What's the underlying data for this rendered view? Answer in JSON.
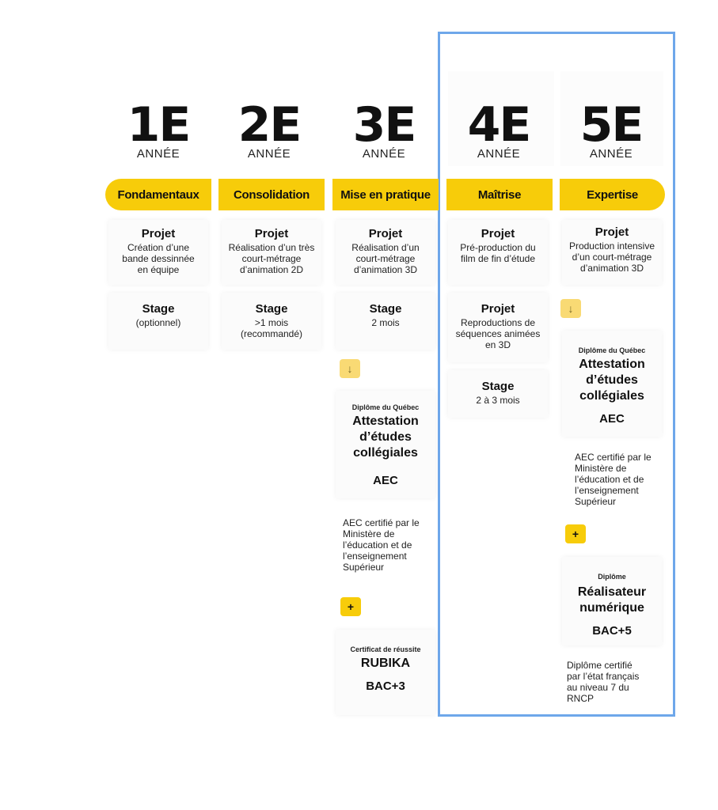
{
  "highlight_color": "#6ea7ea",
  "accent_color": "#f7cc0a",
  "years": [
    {
      "number": "1E",
      "word": "ANNÉE",
      "stage": "Fondamentaux"
    },
    {
      "number": "2E",
      "word": "ANNÉE",
      "stage": "Consolidation"
    },
    {
      "number": "3E",
      "word": "ANNÉE",
      "stage": "Mise en pratique"
    },
    {
      "number": "4E",
      "word": "ANNÉE",
      "stage": "Maîtrise"
    },
    {
      "number": "5E",
      "word": "ANNÉE",
      "stage": "Expertise"
    }
  ],
  "col1": {
    "project_title": "Projet",
    "project_text": "Création d’une bande dessinnée en équipe",
    "stage_title": "Stage",
    "stage_text": "(optionnel)"
  },
  "col2": {
    "project_title": "Projet",
    "project_text": "Réalisation d’un très court-métrage d’animation 2D",
    "stage_title": "Stage",
    "stage_text": ">1 mois (recommandé)"
  },
  "col3": {
    "project_title": "Projet",
    "project_text": "Réalisation d’un court-métrage d’animation 3D",
    "stage_title": "Stage",
    "stage_text": "2 mois",
    "arrow_icon": "arrow-down-icon",
    "aec_label": "Diplôme du Québec",
    "aec_title": "Attestation d’études collégiales",
    "aec_code": "AEC",
    "aec_note": "AEC certifié par le Ministère de l’éducation et de l’enseignement Supérieur",
    "plus_icon": "plus-icon",
    "cert_label": "Certificat de réussite",
    "cert_title": "RUBIKA",
    "cert_code": "BAC+3"
  },
  "col4": {
    "project1_title": "Projet",
    "project1_text": "Pré-production du film de fin d’étude",
    "project2_title": "Projet",
    "project2_text": "Reproductions de séquences animées en 3D",
    "stage_title": "Stage",
    "stage_text": "2 à 3 mois"
  },
  "col5": {
    "project_title": "Projet",
    "project_text": "Production intensive d’un court-métrage d’animation 3D",
    "arrow_icon": "arrow-down-icon",
    "aec_label": "Diplôme du Québec",
    "aec_title": "Attestation d’études collégiales",
    "aec_code": "AEC",
    "aec_note": "AEC certifié par le Ministère de l’éducation et de l’enseignement Supérieur",
    "plus_icon": "plus-icon",
    "dip_label": "Diplôme",
    "dip_title": "Réalisateur numérique",
    "dip_code": "BAC+5",
    "dip_note": "Diplôme certifié par l’état français au niveau 7 du RNCP"
  }
}
